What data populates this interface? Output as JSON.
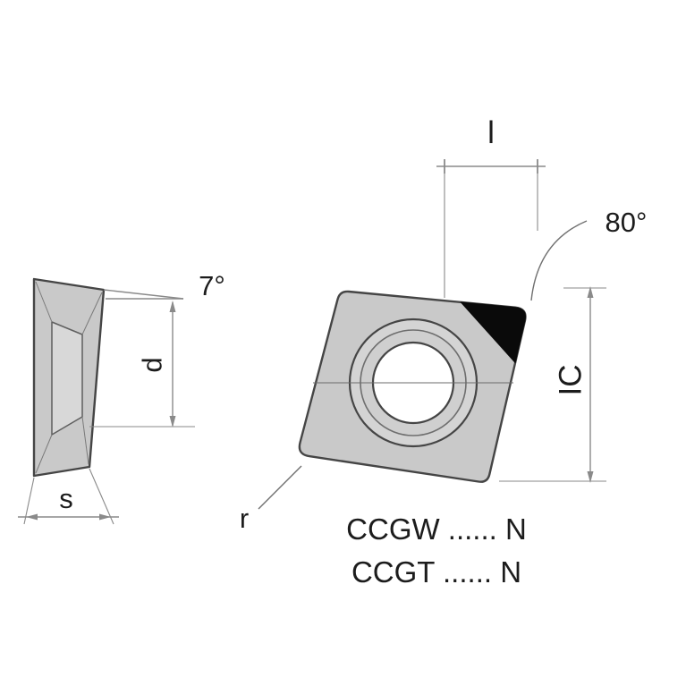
{
  "drawing": {
    "side_view": {
      "angle_label": "7°",
      "d_label": "d",
      "s_label": "s"
    },
    "top_view": {
      "l_label": "l",
      "angle_label": "80°",
      "ic_label": "IC",
      "r_label": "r"
    },
    "designations": {
      "line1": "CCGW ...... N",
      "line2": "CCGT ...... N"
    },
    "colors": {
      "background": "#ffffff",
      "body_fill": "#c9c9c9",
      "outline": "#454545",
      "dimension_line": "#8a8a8a",
      "tip_fill": "#0a0a0a",
      "text": "#1c1c1c"
    }
  }
}
